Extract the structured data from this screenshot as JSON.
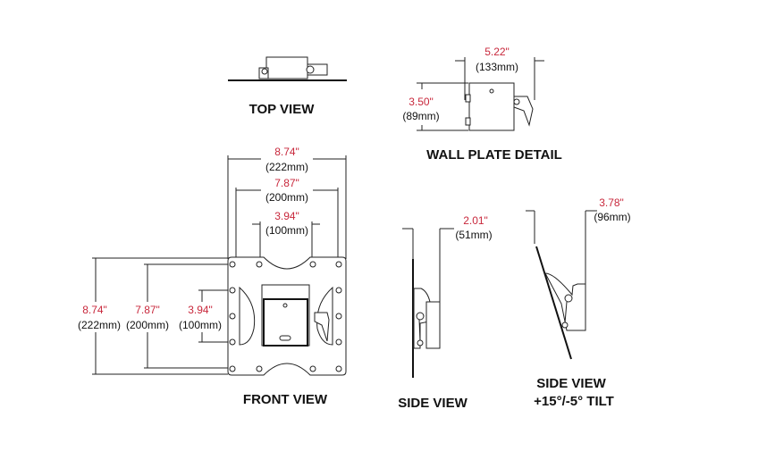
{
  "colors": {
    "dimension": "#c8283c",
    "line": "#222222"
  },
  "top_view": {
    "label": "TOP VIEW"
  },
  "wall_plate": {
    "label": "WALL PLATE DETAIL",
    "width_in": "5.22\"",
    "width_mm": "(133mm)",
    "height_in": "3.50\"",
    "height_mm": "(89mm)"
  },
  "front_view": {
    "label": "FRONT VIEW",
    "top_dims": [
      {
        "in": "8.74\"",
        "mm": "(222mm)"
      },
      {
        "in": "7.87\"",
        "mm": "(200mm)"
      },
      {
        "in": "3.94\"",
        "mm": "(100mm)"
      }
    ],
    "left_dims": [
      {
        "in": "8.74\"",
        "mm": "(222mm)"
      },
      {
        "in": "7.87\"",
        "mm": "(200mm)"
      },
      {
        "in": "3.94\"",
        "mm": "(100mm)"
      }
    ]
  },
  "side_view": {
    "label": "SIDE VIEW",
    "depth_in": "2.01\"",
    "depth_mm": "(51mm)"
  },
  "tilt_view": {
    "label": "SIDE VIEW",
    "sublabel": "+15°/-5° TILT",
    "depth_in": "3.78\"",
    "depth_mm": "(96mm)"
  }
}
